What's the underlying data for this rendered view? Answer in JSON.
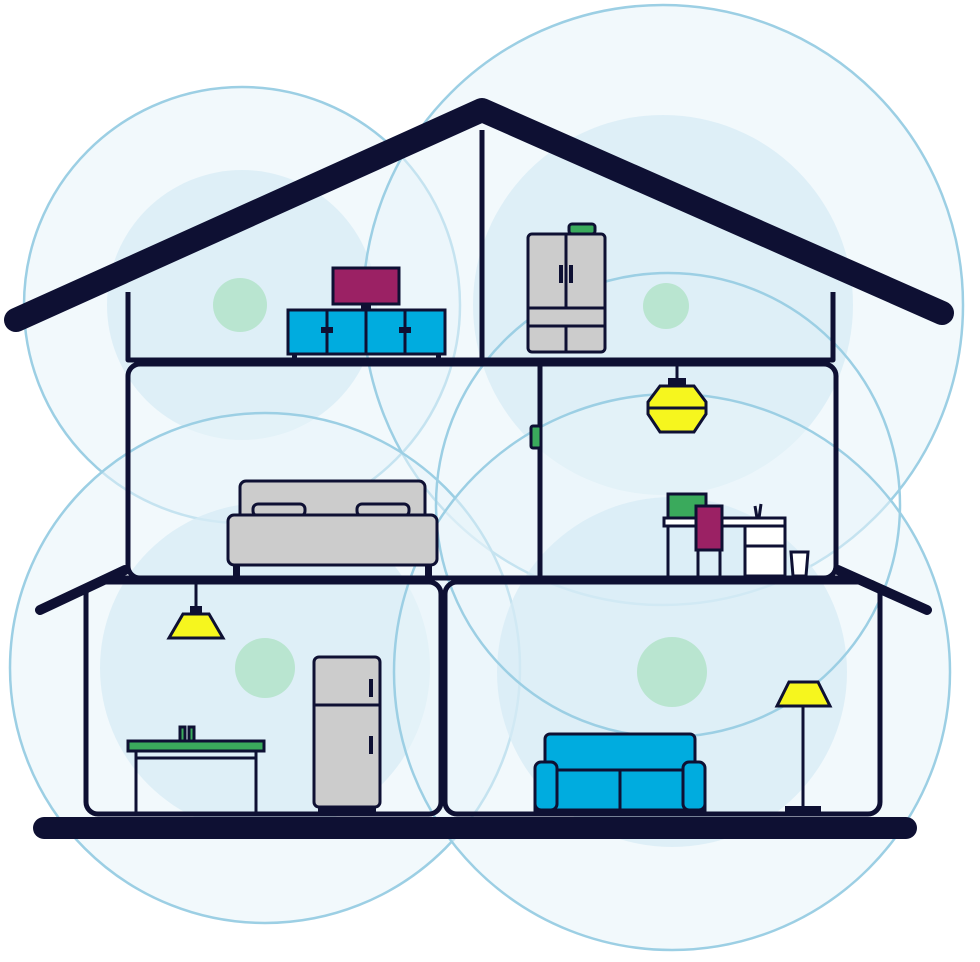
{
  "colors": {
    "outline": "#0e1033",
    "coverage_ring": "#9ccfe4",
    "coverage_fill": "#e8f4fa",
    "coverage_inner": "#d5ebf5",
    "node_dot": "#b9e5d0",
    "furniture_gray": "#cccccc",
    "sofa_blue": "#00acdf",
    "tv_purple": "#9b2164",
    "lamp_yellow": "#f6f61e",
    "mesh_green": "#3aaa5c",
    "background": "#ffffff"
  },
  "scene": {
    "type": "house cross-section with mesh wifi coverage zones",
    "coverage_zone_count": 5,
    "rooms": [
      {
        "name": "attic-left",
        "items": [
          "tv",
          "tv-stand"
        ]
      },
      {
        "name": "attic-right",
        "items": [
          "wardrobe",
          "mesh-node-top"
        ]
      },
      {
        "name": "bedroom",
        "items": [
          "bed"
        ]
      },
      {
        "name": "study",
        "items": [
          "ceiling-lamp",
          "desk",
          "chair",
          "monitor",
          "trash-bin",
          "wall-mesh-node"
        ]
      },
      {
        "name": "kitchen",
        "items": [
          "pendant-lamp",
          "dining-table",
          "refrigerator"
        ]
      },
      {
        "name": "living-room",
        "items": [
          "sofa",
          "floor-lamp"
        ]
      }
    ]
  }
}
